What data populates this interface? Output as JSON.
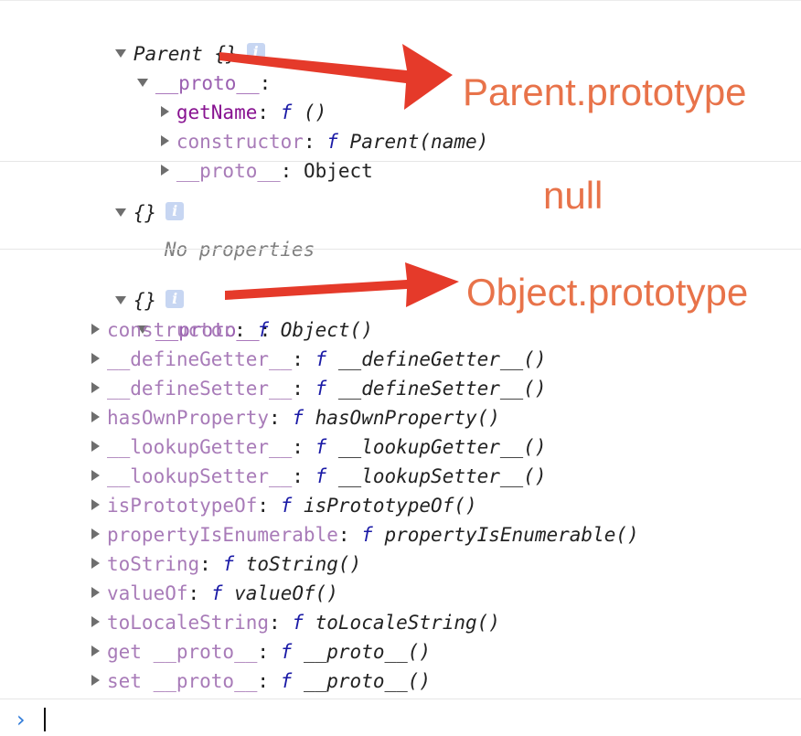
{
  "entries": [
    {
      "header": "Parent {}",
      "info_icon": "i",
      "proto_key": "__proto__",
      "children": [
        {
          "key": "getName",
          "fn": "f",
          "sig": "()"
        },
        {
          "key": "constructor",
          "fn": "f",
          "sig": "Parent(name)"
        },
        {
          "key": "__proto__",
          "value": "Object"
        }
      ]
    },
    {
      "header": "{}",
      "info_icon": "i",
      "note": "No properties"
    },
    {
      "header": "{}",
      "info_icon": "i",
      "proto_key": "__proto__",
      "children": [
        {
          "key": "constructor",
          "fn": "f",
          "sig": "Object()"
        },
        {
          "key": "__defineGetter__",
          "fn": "f",
          "sig": "__defineGetter__()"
        },
        {
          "key": "__defineSetter__",
          "fn": "f",
          "sig": "__defineSetter__()"
        },
        {
          "key": "hasOwnProperty",
          "fn": "f",
          "sig": "hasOwnProperty()"
        },
        {
          "key": "__lookupGetter__",
          "fn": "f",
          "sig": "__lookupGetter__()"
        },
        {
          "key": "__lookupSetter__",
          "fn": "f",
          "sig": "__lookupSetter__()"
        },
        {
          "key": "isPrototypeOf",
          "fn": "f",
          "sig": "isPrototypeOf()"
        },
        {
          "key": "propertyIsEnumerable",
          "fn": "f",
          "sig": "propertyIsEnumerable()"
        },
        {
          "key": "toString",
          "fn": "f",
          "sig": "toString()"
        },
        {
          "key": "valueOf",
          "fn": "f",
          "sig": "valueOf()"
        },
        {
          "key": "toLocaleString",
          "fn": "f",
          "sig": "toLocaleString()"
        },
        {
          "key": "get __proto__",
          "fn": "f",
          "sig": "__proto__()"
        },
        {
          "key": "set __proto__",
          "fn": "f",
          "sig": "__proto__()"
        }
      ]
    }
  ],
  "annotations": {
    "parent_prototype": "Parent.prototype",
    "null_label": "null",
    "object_prototype": "Object.prototype"
  },
  "colors": {
    "annotation": "#e8734a",
    "arrow": "#e53a2a",
    "prompt": "#2f7bd9",
    "function_keyword": "#1a1aa6",
    "own_key": "#881391",
    "inherited_key": "#a87bb8"
  },
  "prompt": {
    "symbol": "›",
    "icon": "chevron-right-icon"
  }
}
